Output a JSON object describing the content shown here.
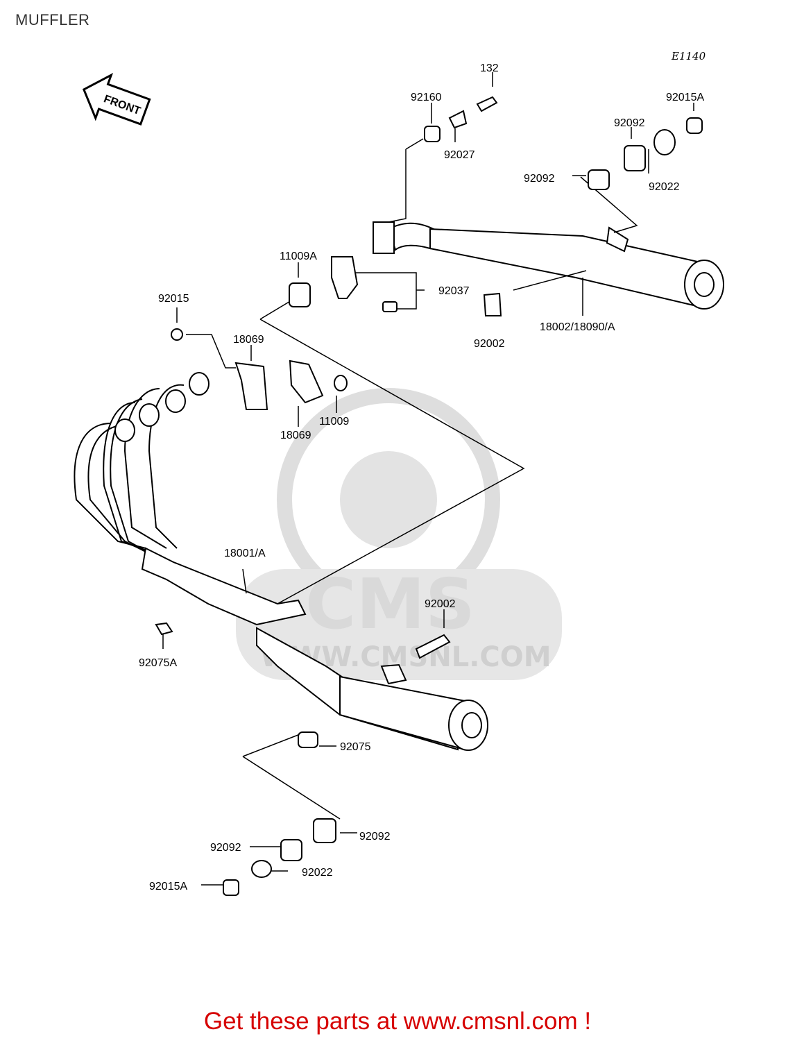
{
  "title": "MUFFLER",
  "diagram_code": "E1140",
  "front_label": "FRONT",
  "watermark": {
    "logo": "CMS",
    "url": "WWW.CMSNL.COM"
  },
  "parts": [
    "132",
    "92160",
    "92015A",
    "92092",
    "92027",
    "92092",
    "92022",
    "11009A",
    "92037",
    "92015",
    "92002",
    "18002/18090/A",
    "18069",
    "18069",
    "11009",
    "18001/A",
    "92002",
    "92075A",
    "92075",
    "92092",
    "92092",
    "92022",
    "92015A"
  ],
  "banner": "Get these parts at www.cmsnl.com !",
  "colors": {
    "banner": "#d60000",
    "watermark": "#d9d9d9"
  }
}
